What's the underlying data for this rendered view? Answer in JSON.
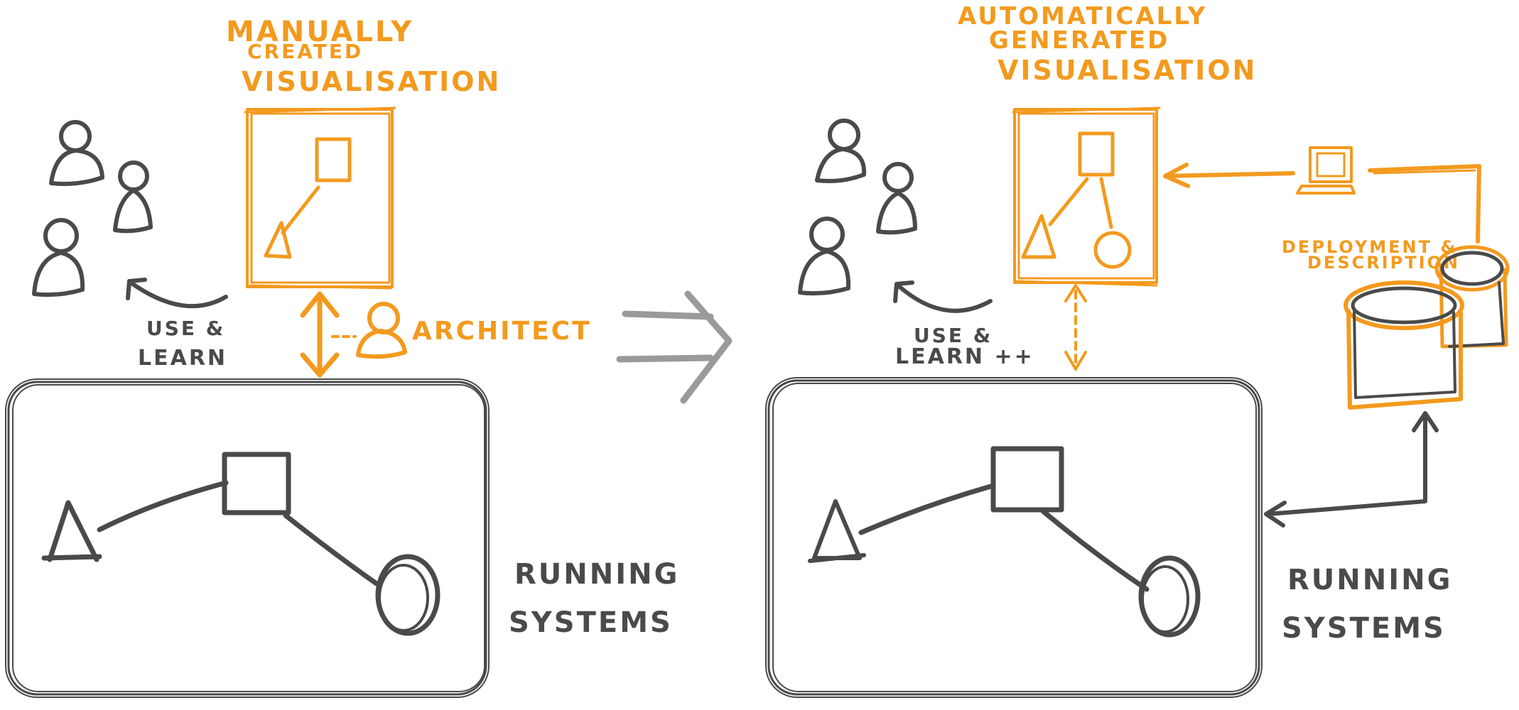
{
  "colors": {
    "sketch": "#4a4a4a",
    "accent": "#f39a1e",
    "arrow": "#9a9a9a"
  },
  "left": {
    "title_lines": [
      "MANUALLY",
      "CREATED",
      "VISUALISATION"
    ],
    "use_learn": [
      "USE &",
      "LEARN"
    ],
    "architect": "ARCHITECT",
    "running_systems": [
      "RUNNING",
      "SYSTEMS"
    ]
  },
  "right": {
    "title_lines": [
      "AUTOMATICALLY",
      "GENERATED",
      "VISUALISATION"
    ],
    "use_learn": [
      "USE &",
      "LEARN ++"
    ],
    "deployment_lines": [
      "DEPLOYMENT &",
      "DESCRIPTION"
    ],
    "running_systems": [
      "RUNNING",
      "SYSTEMS"
    ]
  },
  "icons": [
    "person-icon",
    "laptop-icon",
    "database-icon",
    "triangle-icon",
    "square-icon",
    "circle-icon",
    "double-arrow-icon"
  ]
}
